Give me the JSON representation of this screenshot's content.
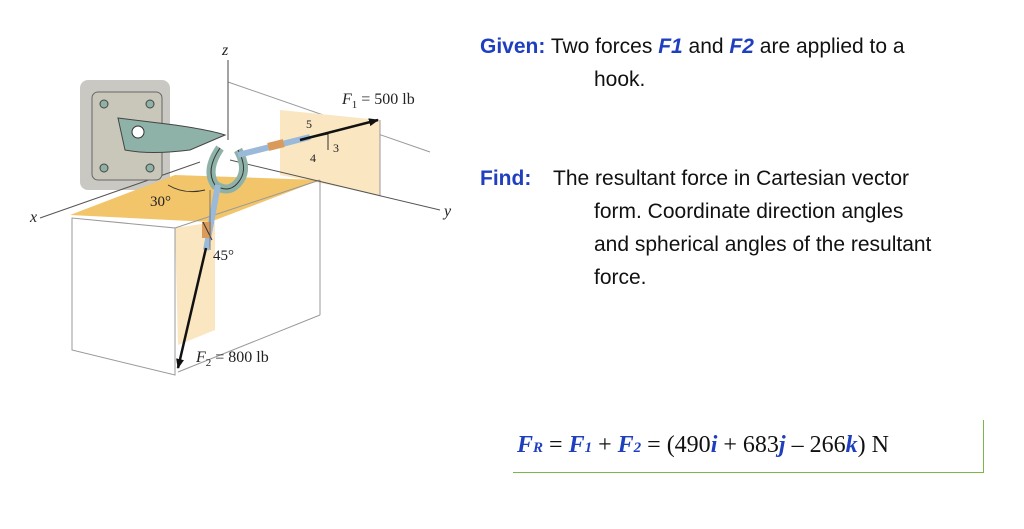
{
  "diagram": {
    "axis_labels": {
      "x": "x",
      "y": "y",
      "z": "z"
    },
    "force1_label": "F",
    "force1_sub": "1",
    "force1_value": " = 500 lb",
    "force2_label": "F",
    "force2_sub": "2",
    "force2_value": " = 800 lb",
    "slope_labels": [
      "5",
      "3",
      "4"
    ],
    "angle_labels": [
      "30°",
      "45°"
    ],
    "colors": {
      "block_top": "#f2c56a",
      "block_side": "#fbe6c2",
      "force_arrow": "#111111",
      "hook": "#8fb2a8",
      "plate": "#c8c7b9"
    }
  },
  "given": {
    "label": "Given:",
    "text_a": " Two forces ",
    "f1": "F1",
    "text_b": " and ",
    "f2": "F2",
    "text_c": " are applied to a",
    "line2": "hook."
  },
  "find": {
    "label": "Find:",
    "line1": "The resultant force in Cartesian vector",
    "line2": "form. Coordinate direction angles",
    "line3": "and spherical angles of the resultant",
    "line4": "force."
  },
  "result": {
    "fr": "F",
    "fr_sub": "R",
    "eq1": " = ",
    "f1": "F",
    "f1_sub": "1",
    "plus": " + ",
    "f2": "F",
    "f2_sub": "2",
    "eq2": " = (490",
    "i": "i",
    "mid1": " + 683",
    "j": "j",
    "mid2": " – 266",
    "k": "k",
    "unit": ") N"
  }
}
